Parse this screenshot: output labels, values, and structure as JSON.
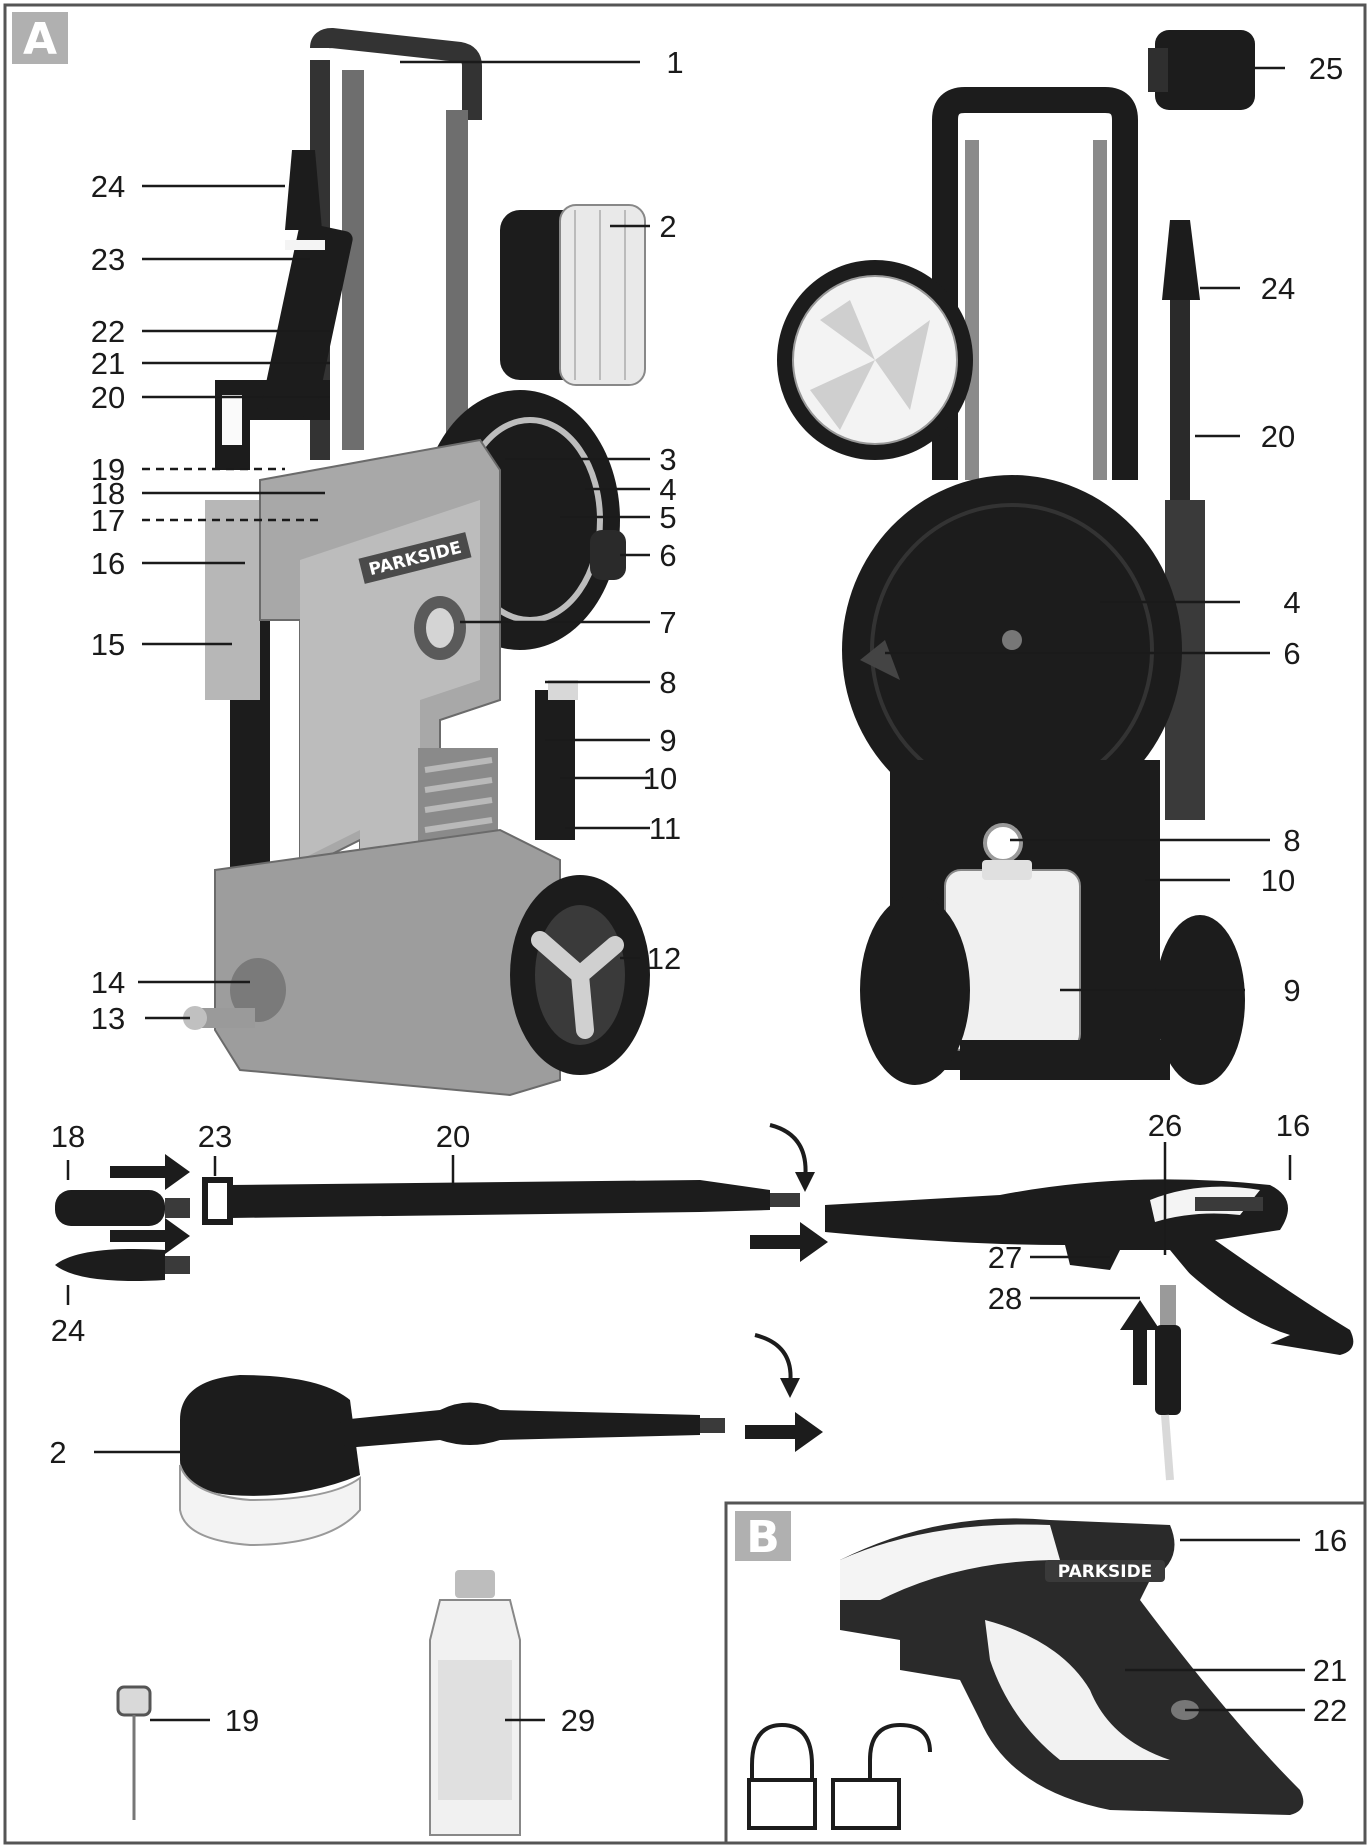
{
  "panel_a": {
    "badge": "A"
  },
  "panel_b": {
    "badge": "B"
  },
  "brand": "PARKSIDE",
  "colors": {
    "body_grey": "#9c9c9c",
    "dark": "#1c1c1c",
    "light_grey": "#c8c8c8",
    "white_part": "#f2f2f2",
    "border": "#555555",
    "badge": "#b0b0b0"
  },
  "callouts": [
    "1",
    "2",
    "3",
    "4",
    "5",
    "6",
    "7",
    "8",
    "9",
    "10",
    "11",
    "12",
    "13",
    "14",
    "15",
    "16",
    "17",
    "18",
    "19",
    "20",
    "21",
    "22",
    "23",
    "24",
    "25",
    "24",
    "20",
    "4",
    "6",
    "8",
    "10",
    "9",
    "18",
    "23",
    "20",
    "24",
    "26",
    "16",
    "27",
    "28",
    "2",
    "19",
    "29",
    "16",
    "21",
    "22"
  ]
}
